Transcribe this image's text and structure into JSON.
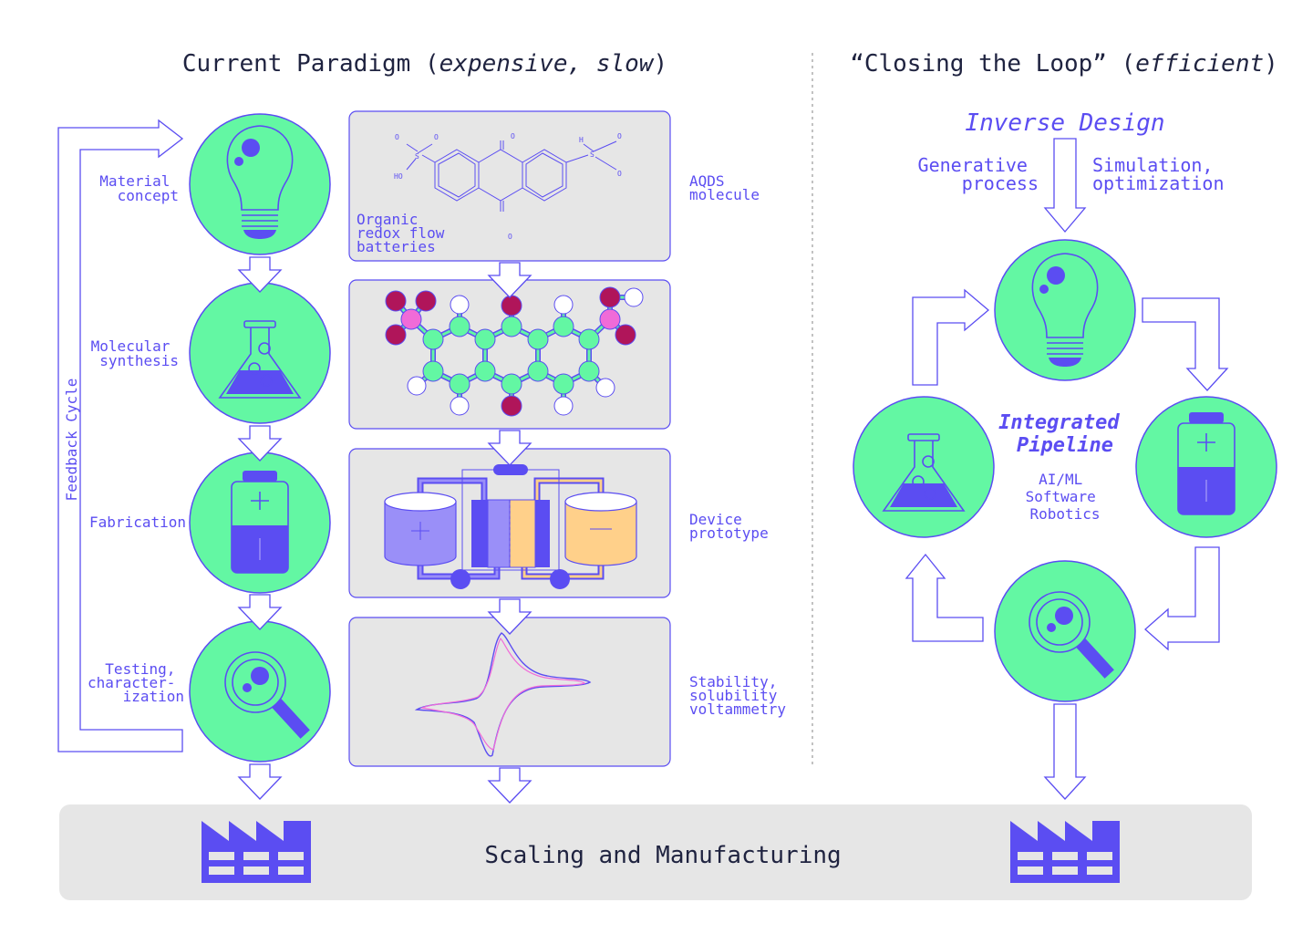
{
  "left_heading": {
    "prefix": "Current Paradigm (",
    "emph": "expensive, slow",
    "suffix": ")"
  },
  "right_heading": {
    "prefix": "“Closing the Loop” (",
    "emph": "efficient",
    "suffix": ")"
  },
  "feedback_label": "Feedback Cycle",
  "stages": [
    {
      "label_lines": [
        "Material",
        "concept"
      ],
      "icon": "lightbulb-icon"
    },
    {
      "label_lines": [
        "Molecular",
        "synthesis"
      ],
      "icon": "flask-icon"
    },
    {
      "label_lines": [
        "Fabrication"
      ],
      "icon": "battery-icon"
    },
    {
      "label_lines": [
        "Testing,",
        "character-",
        "ization"
      ],
      "icon": "magnifier-icon"
    }
  ],
  "panels": [
    {
      "right_lines": [
        "AQDS",
        "molecule"
      ],
      "inner_lines": [
        "Organic",
        "redox flow",
        "batteries"
      ]
    },
    {
      "right_lines": []
    },
    {
      "right_lines": [
        "Device",
        "prototype"
      ]
    },
    {
      "right_lines": [
        "Stability,",
        "solubility",
        "voltammetry"
      ]
    }
  ],
  "molecule_atoms": {
    "o": "O",
    "s": "S",
    "ho": "HO",
    "h": "H"
  },
  "inverse_design": "Inverse Design",
  "generative_lines": [
    "Generative",
    "process"
  ],
  "simulation_lines": [
    "Simulation,",
    "optimization"
  ],
  "pipeline_lines": [
    "Integrated",
    "Pipeline"
  ],
  "pipeline_items": [
    "AI/ML",
    "Software",
    "Robotics"
  ],
  "bottom_label": "Scaling and Manufacturing",
  "colors": {
    "accent": "#5b4df2",
    "green": "#63f7a3",
    "panel": "#e6e6e6",
    "magenta": "#b0155a",
    "pink": "#f06bd8",
    "orange": "#ffd08a"
  }
}
